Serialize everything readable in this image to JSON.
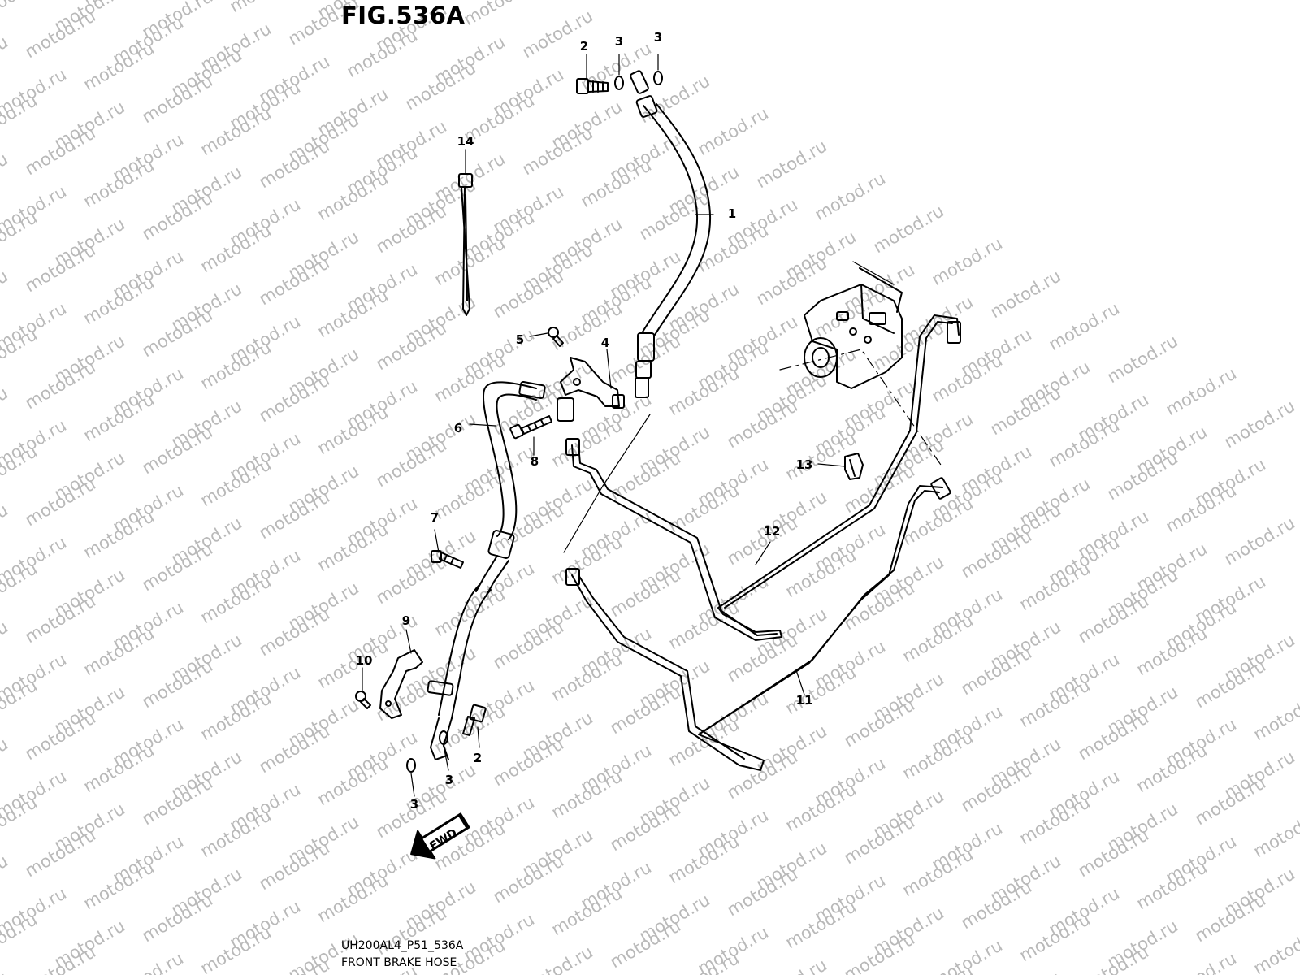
{
  "figure": {
    "title": "FIG.536A",
    "code": "UH200AL4_P51_536A",
    "caption": "FRONT BRAKE HOSE"
  },
  "watermark": {
    "text": "motod.ru",
    "color": "#b9b9b9"
  },
  "direction_arrow": {
    "label": "FWD"
  },
  "callouts": {
    "c1": "1",
    "c2a": "2",
    "c2b": "2",
    "c3a": "3",
    "c3b": "3",
    "c3c": "3",
    "c3d": "3",
    "c4": "4",
    "c5": "5",
    "c6": "6",
    "c7": "7",
    "c8": "8",
    "c9": "9",
    "c10": "10",
    "c11": "11",
    "c12": "12",
    "c13": "13",
    "c14": "14"
  },
  "colors": {
    "line": "#000000",
    "background": "#ffffff"
  }
}
